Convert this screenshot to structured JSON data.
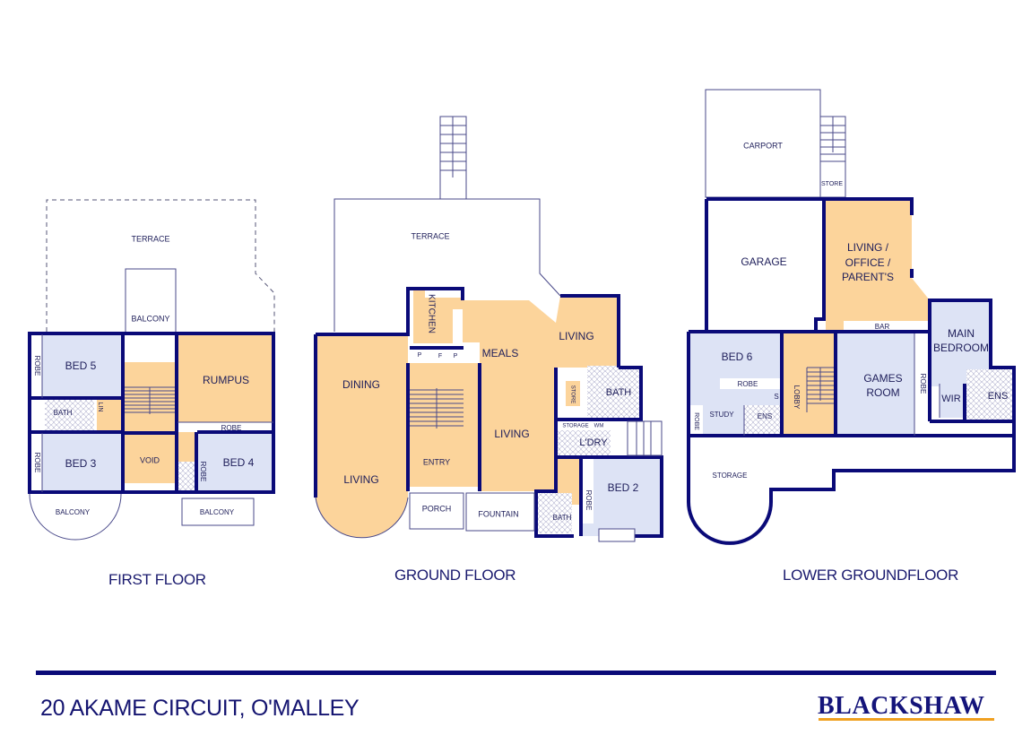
{
  "document": {
    "type": "Floor plan",
    "address": "20 AKAME CIRCUIT, O'MALLEY",
    "brand": "BLACKSHAW",
    "colors": {
      "wall": "#0a0a78",
      "living_area": "#fcd49b",
      "bedroom_area": "#dde3f5",
      "brand_accent": "#f0a020",
      "text": "#1e1e5a"
    }
  },
  "floors": {
    "first": {
      "title": "FIRST FLOOR",
      "rooms": {
        "terrace": "TERRACE",
        "balcony_top": "BALCONY",
        "bed5": "BED 5",
        "robe5": "ROBE",
        "rumpus": "RUMPUS",
        "bath": "BATH",
        "lin": "LIN",
        "robe_rumpus": "ROBE",
        "bed3": "BED 3",
        "robe3": "ROBE",
        "void": "VOID",
        "robe4": "ROBE",
        "bed4": "BED 4",
        "balcony_left": "BALCONY",
        "balcony_right": "BALCONY"
      }
    },
    "ground": {
      "title": "GROUND FLOOR",
      "rooms": {
        "terrace": "TERRACE",
        "kitchen": "KITCHEN",
        "pantry": "P",
        "fridge": "F",
        "pantry2": "P",
        "meals": "MEALS",
        "living_right": "LIVING",
        "dining": "DINING",
        "living_left": "LIVING",
        "living_center": "LIVING",
        "store": "STORE",
        "bath_upper": "BATH",
        "storage": "STORAGE",
        "wm": "WM",
        "laundry": "L'DRY",
        "entry": "ENTRY",
        "porch": "PORCH",
        "fountain": "FOUNTAIN",
        "bath_lower": "BATH",
        "robe": "ROBE",
        "bed2": "BED 2"
      }
    },
    "lower": {
      "title": "LOWER GROUNDFLOOR",
      "rooms": {
        "carport": "CARPORT",
        "store": "STORE",
        "garage": "GARAGE",
        "living_office": [
          "LIVING /",
          "OFFICE /",
          "PARENT'S"
        ],
        "bar": "BAR",
        "main_bedroom": [
          "MAIN",
          "BEDROOM"
        ],
        "bed6": "BED 6",
        "robe6": "ROBE",
        "s": "S",
        "study": "STUDY",
        "robe_study": "ROBE",
        "ens_left": "ENS",
        "lobby": "LOBBY",
        "games_room": [
          "GAMES",
          "ROOM"
        ],
        "robe_games": "ROBE",
        "wir": "WIR",
        "ens_right": "ENS",
        "storage": "STORAGE"
      }
    }
  }
}
